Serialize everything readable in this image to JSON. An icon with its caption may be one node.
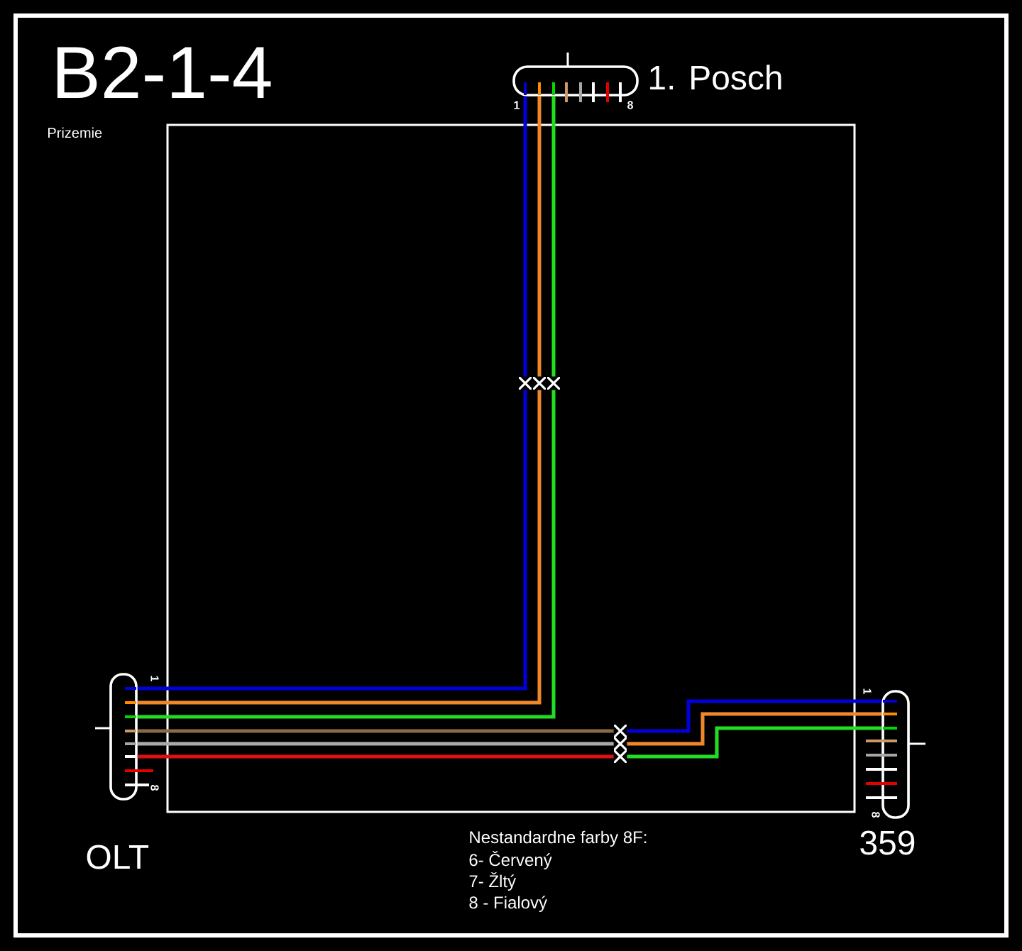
{
  "diagram": {
    "title": "B2-1-4",
    "nodes": [
      {
        "text": [
          "1. Posch"
        ]
      },
      {
        "text": [],
        "shape": "cross"
      },
      {
        "text": [],
        "shape": "cross"
      },
      {
        "text": [],
        "shape": "cross"
      },
      {
        "text": [
          "OLT"
        ]
      },
      {
        "text": [],
        "shape": "cross"
      },
      {
        "text": [],
        "shape": "cross"
      },
      {
        "text": [],
        "shape": "cross"
      },
      {
        "text": [
          "359"
        ]
      }
    ],
    "edges": [
      {
        "from": 0,
        "to": 1,
        "arrow": "none",
        "color": "#0000dd"
      },
      {
        "from": 0,
        "to": 2,
        "arrow": "none",
        "color": "#f0882a"
      },
      {
        "from": 0,
        "to": 3,
        "arrow": "none",
        "color": "#22dd22"
      },
      {
        "from": 1,
        "to": 4,
        "arrow": "none",
        "color": "#0000dd"
      },
      {
        "from": 2,
        "to": 4,
        "arrow": "none",
        "color": "#f0882a"
      },
      {
        "from": 3,
        "to": 4,
        "arrow": "none",
        "color": "#22dd22"
      },
      {
        "from": 4,
        "to": 5,
        "arrow": "none",
        "color": "#8b6a4a"
      },
      {
        "from": 4,
        "to": 6,
        "arrow": "none",
        "color": "#aaaaaa"
      },
      {
        "from": 4,
        "to": 7,
        "arrow": "none",
        "color": "#dd1111"
      },
      {
        "from": 5,
        "to": 8,
        "arrow": "none",
        "color": "#0000dd"
      },
      {
        "from": 6,
        "to": 8,
        "arrow": "none",
        "color": "#f0882a"
      },
      {
        "from": 7,
        "to": 8,
        "arrow": "none",
        "color": "#22dd22"
      }
    ],
    "labels": [
      "Prizemie",
      "1",
      "8",
      "1",
      "8",
      "1",
      "8",
      "Nestandardne farby 8F:",
      "6- Červený",
      "7- Žltý",
      "8 - Fialový"
    ]
  }
}
